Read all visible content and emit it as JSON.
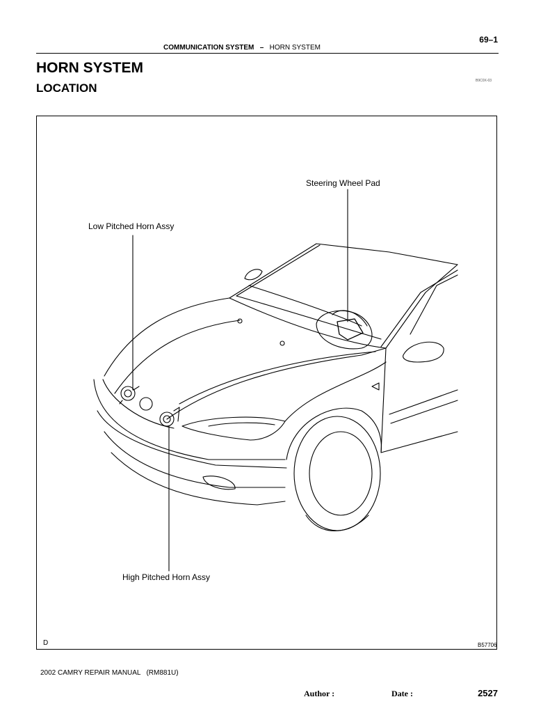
{
  "header": {
    "page_number": "69–1",
    "section": "COMMUNICATION SYSTEM",
    "separator": "–",
    "subsection": "HORN SYSTEM"
  },
  "title": "HORN SYSTEM",
  "subtitle": "LOCATION",
  "doc_code": "B9C0X-03",
  "figure": {
    "labels": {
      "steering_wheel_pad": "Steering Wheel Pad",
      "low_pitched_horn": "Low Pitched Horn Assy",
      "high_pitched_horn": "High Pitched Horn Assy"
    },
    "figure_code": "B57706",
    "corner_mark": "D"
  },
  "footer": {
    "manual": "2002 CAMRY REPAIR MANUAL   (RM881U)",
    "author_label": "Author :",
    "date_label": "Date :",
    "page_total": "2527"
  }
}
